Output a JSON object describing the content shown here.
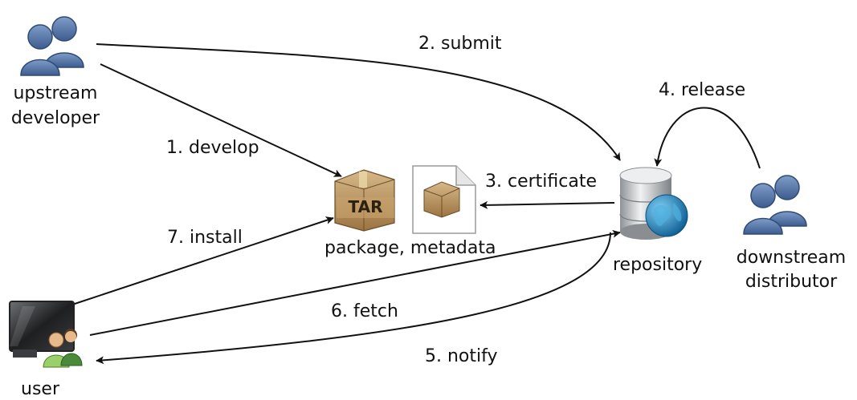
{
  "nodes": {
    "upstream_developer": {
      "label_line1": "upstream",
      "label_line2": "developer",
      "icon": "user-group-icon"
    },
    "package": {
      "tar_text": "TAR",
      "label": "package, metadata",
      "icon": "tar-archive-icon",
      "metadata_icon": "document-box-icon"
    },
    "repository": {
      "label": "repository",
      "icon": "database-globe-icon"
    },
    "downstream_distributor": {
      "label_line1": "downstream",
      "label_line2": "distributor",
      "icon": "user-group-icon"
    },
    "user": {
      "label": "user",
      "icon": "computer-users-icon"
    }
  },
  "edges": [
    {
      "label": "1. develop"
    },
    {
      "label": "2. submit"
    },
    {
      "label": "3. certificate"
    },
    {
      "label": "4. release"
    },
    {
      "label": "5. notify"
    },
    {
      "label": "6. fetch"
    },
    {
      "label": "7. install"
    }
  ],
  "colors": {
    "user_icon": "#4a6a9c",
    "box_brown": "#b08a58",
    "db_silver": "#b9bcc0",
    "globe_blue": "#1b8ac2"
  }
}
